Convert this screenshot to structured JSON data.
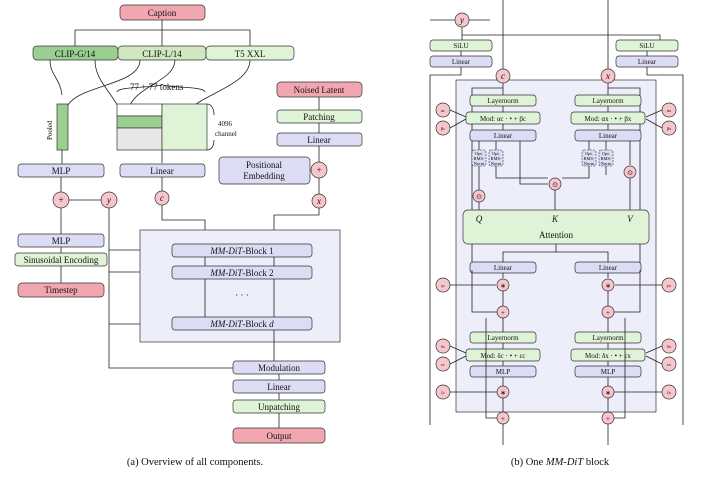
{
  "left": {
    "caption": "Caption",
    "clip_g": "CLIP-G/14",
    "clip_l": "CLIP-L/14",
    "t5": "T5 XXL",
    "tokens": "77 + 77 tokens",
    "pooled": "Pooled",
    "channel_num": "4096",
    "channel_word": "channel",
    "mlp_top": "MLP",
    "linear_mid": "Linear",
    "noised_latent": "Noised Latent",
    "patching": "Patching",
    "linear_right": "Linear",
    "pos_emb_1": "Positional",
    "pos_emb_2": "Embedding",
    "plus": "+",
    "y": "y",
    "c": "c",
    "x": "x",
    "mlp_bottom": "MLP",
    "sinusoidal": "Sinusoidal Encoding",
    "timestep": "Timestep",
    "block1_italic": "MM-DiT",
    "block1_rest": "-Block 1",
    "block2_italic": "MM-DiT",
    "block2_rest": "-Block 2",
    "dots": "· · ·",
    "blockd_italic": "MM-DiT",
    "blockd_rest": "-Block ",
    "blockd_d": "d",
    "modulation": "Modulation",
    "linear_bottom": "Linear",
    "unpatching": "Unpatching",
    "output": "Output",
    "subcaption": "(a) Overview of all components."
  },
  "right": {
    "y": "y",
    "silu": "SiLU",
    "linear": "Linear",
    "c": "c",
    "x": "x",
    "alpha_c": "αc",
    "beta_c": "βc",
    "alpha_x": "αx",
    "beta_x": "βx",
    "layernorm": "Layernorm",
    "mod_c": "Mod: αc · • + βc",
    "mod_x": "Mod: αx · • + βx",
    "opt_1": "Opt.",
    "opt_2": "RMS-",
    "opt_3": "Norm",
    "odot": "⊙",
    "q": "Q",
    "k": "K",
    "v": "V",
    "attention": "Attention",
    "gamma_c": "γc",
    "gamma_x": "γx",
    "star": "∗",
    "plus": "+",
    "delta_c": "δc",
    "eps_c": "εc",
    "delta_x": "δx",
    "eps_x": "εx",
    "mod2_c": "Mod: δc · • + εc",
    "mod2_x": "Mod: δx · • + εx",
    "mlp": "MLP",
    "zeta_c": "ζc",
    "zeta_x": "ζx",
    "subcaption_pre": "(b) One ",
    "subcaption_it": "MM-DiT",
    "subcaption_post": " block"
  },
  "colors": {
    "pink": "#f2a7b0",
    "green": "#dff3d6",
    "green_dark": "#9bcf91",
    "lavender": "#dcdcf5",
    "circle": "#f7c6cc",
    "panel": "#eeeefb"
  }
}
